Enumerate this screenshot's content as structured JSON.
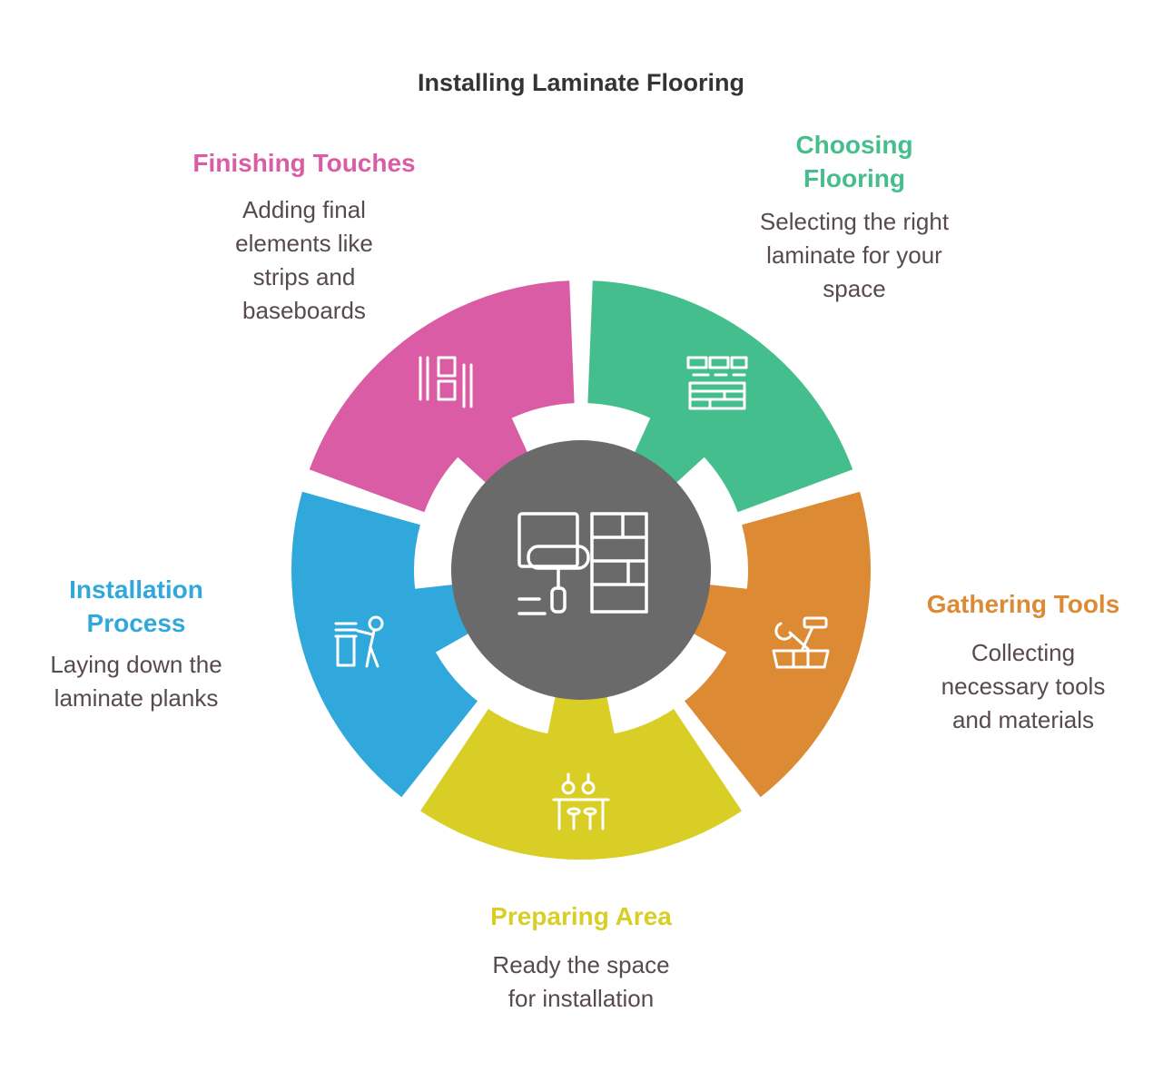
{
  "title": "Installing Laminate Flooring",
  "colors": {
    "hub": "#6A6A6A",
    "title_text": "#343434",
    "description_text": "#564A4D"
  },
  "center": {
    "icon": "paint-roller-flooring-icon"
  },
  "steps": [
    {
      "id": "choosing-flooring",
      "label": "Choosing Flooring",
      "description": "Selecting the right laminate for your space",
      "color": "#45BE8E",
      "icon": "flooring-samples-icon"
    },
    {
      "id": "gathering-tools",
      "label": "Gathering Tools",
      "description": "Collecting necessary tools and materials",
      "color": "#DD8A35",
      "icon": "tools-icon"
    },
    {
      "id": "preparing-area",
      "label": "Preparing Area",
      "description": "Ready the space for installation",
      "color": "#D9CE25",
      "icon": "workspace-prep-icon"
    },
    {
      "id": "installation-process",
      "label": "Installation Process",
      "description": "Laying down the laminate planks",
      "color": "#30A8DC",
      "icon": "worker-installing-icon"
    },
    {
      "id": "finishing-touches",
      "label": "Finishing Touches",
      "description": "Adding final elements like strips and baseboards",
      "color": "#D95CA4",
      "icon": "baseboards-strips-icon"
    }
  ]
}
